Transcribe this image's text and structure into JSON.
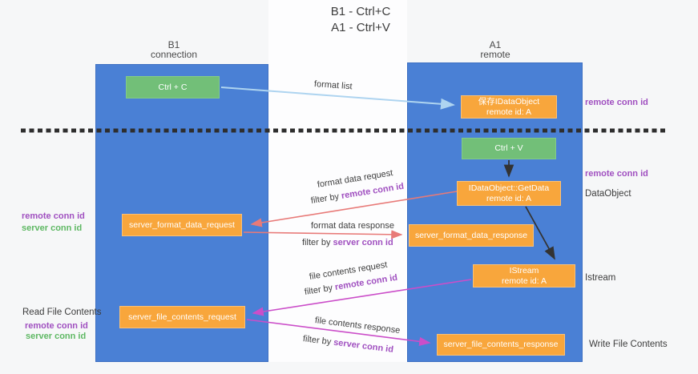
{
  "title": {
    "line1": "B1 - Ctrl+C",
    "line2": "A1 - Ctrl+V"
  },
  "lifelines": {
    "left": {
      "name": "B1",
      "role": "connection"
    },
    "right": {
      "name": "A1",
      "role": "remote"
    }
  },
  "nodes": {
    "ctrl_c": {
      "label": "Ctrl + C"
    },
    "ctrl_v": {
      "label": "Ctrl + V"
    },
    "save_dataobject": {
      "line1": "保存IDataObject",
      "line2": "remote id: A"
    },
    "getdata": {
      "line1": "IDataObject::GetData",
      "line2": "remote id: A"
    },
    "istream": {
      "line1": "IStream",
      "line2": "remote id: A"
    },
    "server_format_data_request": {
      "label": "server_format_data_request"
    },
    "server_format_data_response": {
      "label": "server_format_data_response"
    },
    "server_file_contents_request": {
      "label": "server_file_contents_request"
    },
    "server_file_contents_response": {
      "label": "server_file_contents_response"
    }
  },
  "flow_labels": {
    "format_list": "format list",
    "format_data_request": "format data request",
    "format_data_response": "format data response",
    "file_contents_request": "file contents request",
    "file_contents_response": "file contents response",
    "filter_by": "filter by ",
    "remote_conn_id": "remote conn id",
    "server_conn_id": "server conn id"
  },
  "annotations": {
    "right": {
      "remote_conn_id_top": "remote conn id",
      "remote_conn_id_mid": "remote conn id",
      "dataobject": "DataObject",
      "istream": "Istream",
      "write_file_contents": "Write File Contents"
    },
    "left": {
      "remote_conn_id_1": "remote conn id",
      "server_conn_id_1": "server conn id",
      "read_file_contents": "Read File Contents",
      "remote_conn_id_2": "remote conn id",
      "server_conn_id_2": "server conn id"
    }
  },
  "colors": {
    "column_blue": "#4a80d5",
    "node_green": "#72bf78",
    "node_orange": "#f8a63c",
    "arrow_blue": "#aed4f0",
    "arrow_black": "#333333",
    "arrow_red": "#e87a78",
    "arrow_magenta": "#cb4ec9",
    "text_purple": "#a050c0",
    "text_green": "#5eb863",
    "dashed_line": "#2e2e2e"
  }
}
